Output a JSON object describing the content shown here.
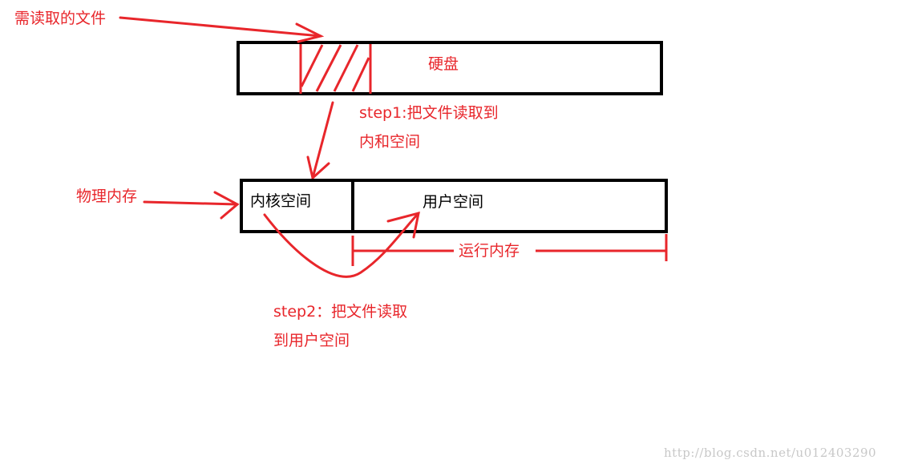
{
  "labels": {
    "file_to_read": "需读取的文件",
    "disk": "硬盘",
    "step1_line1": "step1:把文件读取到",
    "step1_line2": "内和空间",
    "physical_memory": "物理内存",
    "kernel_space": "内核空间",
    "user_space": "用户空间",
    "runtime_memory": "运行内存",
    "step2_line1": "step2：把文件读取",
    "step2_line2": "到用户空间"
  },
  "watermark": "http://blog.csdn.net/u012403290",
  "colors": {
    "annotation": "#e8262b",
    "box_stroke": "#000000",
    "watermark": "#c8c8c8"
  }
}
